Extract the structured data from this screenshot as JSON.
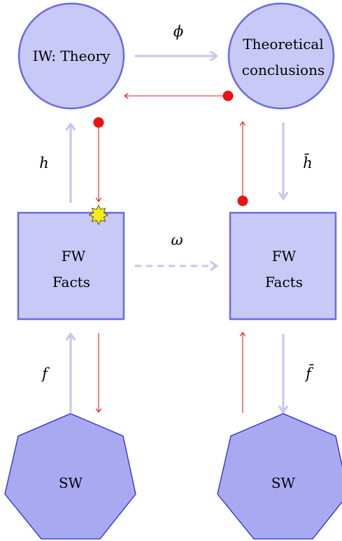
{
  "nodes": {
    "iw_theory": "IW: Theory",
    "theoretical_conclusions": [
      "Theoretical",
      "conclusions"
    ],
    "fw_facts_left": [
      "FW",
      "Facts"
    ],
    "fw_facts_right": [
      "FW",
      "Facts"
    ],
    "sw_left": "SW",
    "sw_right": "SW"
  },
  "edge_labels": {
    "phi": "ϕ",
    "omega": "ω",
    "h": "h",
    "h_bar": "h̄",
    "f": "f",
    "f_bar": "f̄"
  },
  "colors": {
    "node_fill": "#c9c9f7",
    "node_stroke": "#6a6ae0",
    "heptagon_fill": "#a9a9f2",
    "heptagon_stroke": "#2a2ad0",
    "arrow_light": "#c6c6f4",
    "arrow_red": "#e02020",
    "dot_red": "#ee1111",
    "star_fill": "#f7ec1a"
  }
}
